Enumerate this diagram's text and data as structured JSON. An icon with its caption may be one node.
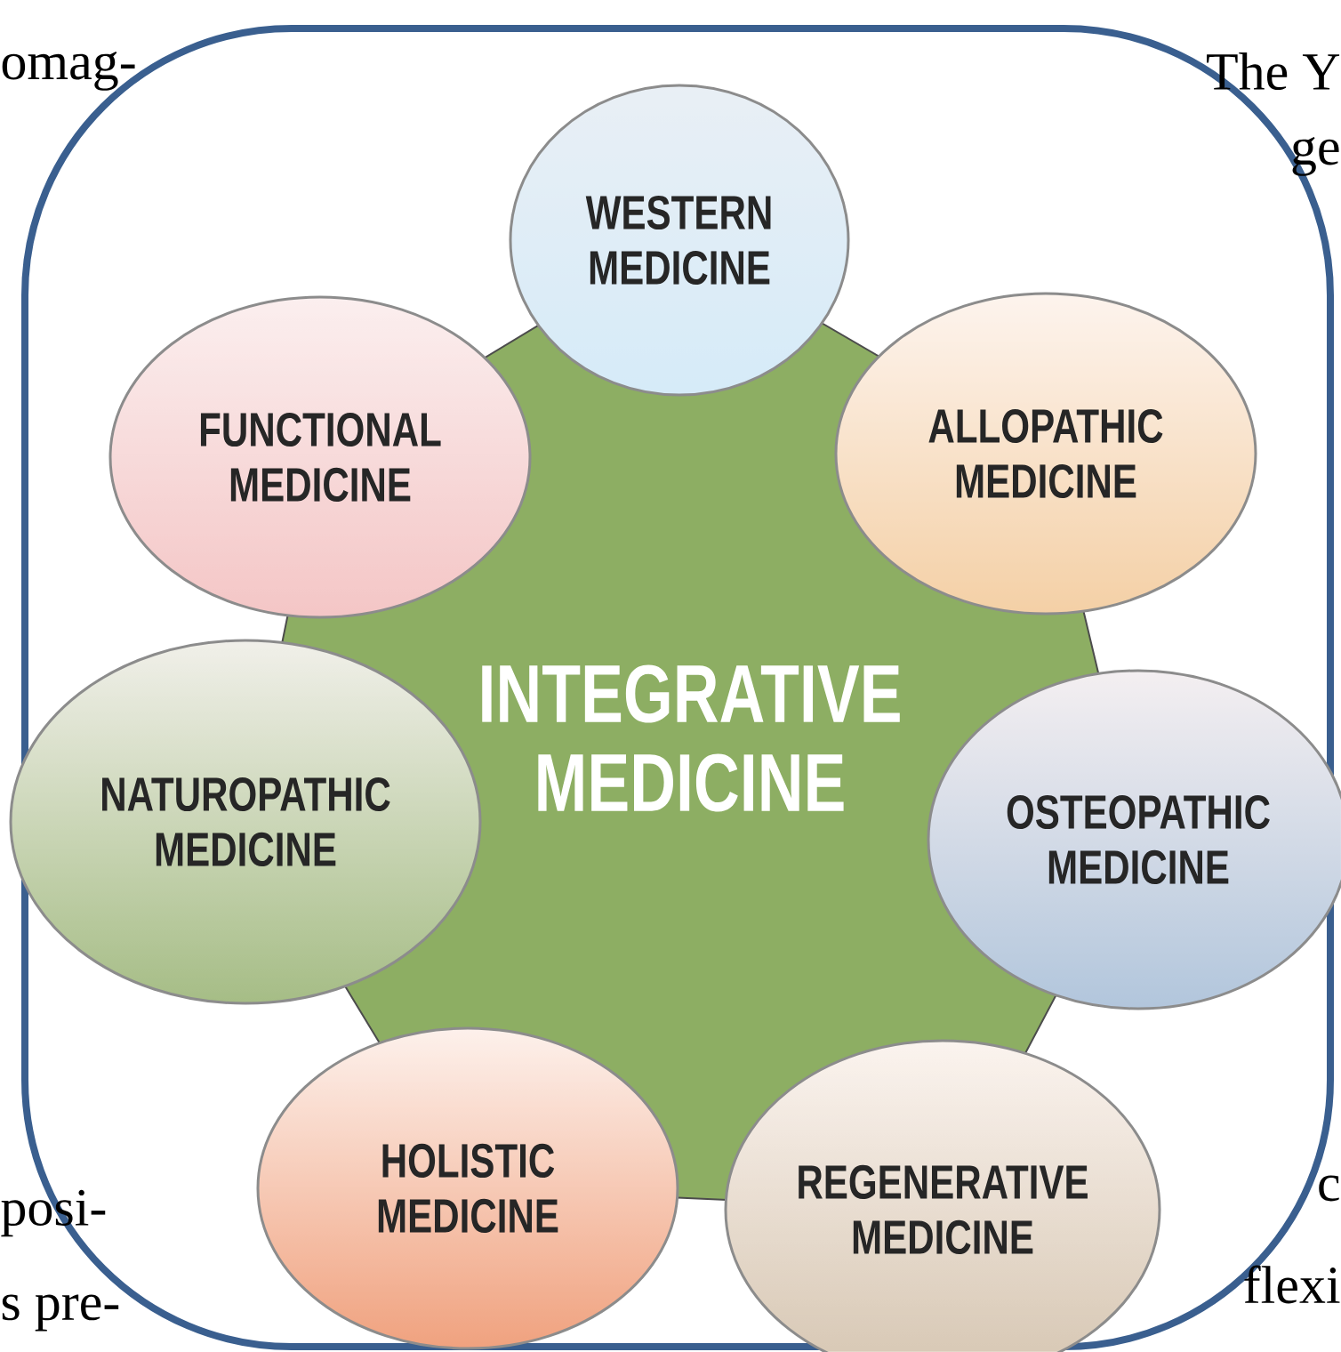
{
  "diagram": {
    "nodes": [
      {
        "text": [
          "INTEGRATIVE MEDICINE"
        ]
      },
      {
        "text": [
          "WESTERN MEDICINE"
        ]
      },
      {
        "text": [
          "FUNCTIONAL MEDICINE"
        ]
      },
      {
        "text": [
          "ALLOPATHIC MEDICINE"
        ]
      },
      {
        "text": [
          "NATUROPATHIC MEDICINE"
        ]
      },
      {
        "text": [
          "OSTEOPATHIC MEDICINE"
        ]
      },
      {
        "text": [
          "HOLISTIC MEDICINE"
        ]
      },
      {
        "text": [
          "REGENERATIVE MEDICINE"
        ]
      }
    ],
    "labels": [
      "omag-",
      "The Y",
      "ge",
      "posi-",
      "s pre-",
      "c",
      "flexi"
    ]
  }
}
